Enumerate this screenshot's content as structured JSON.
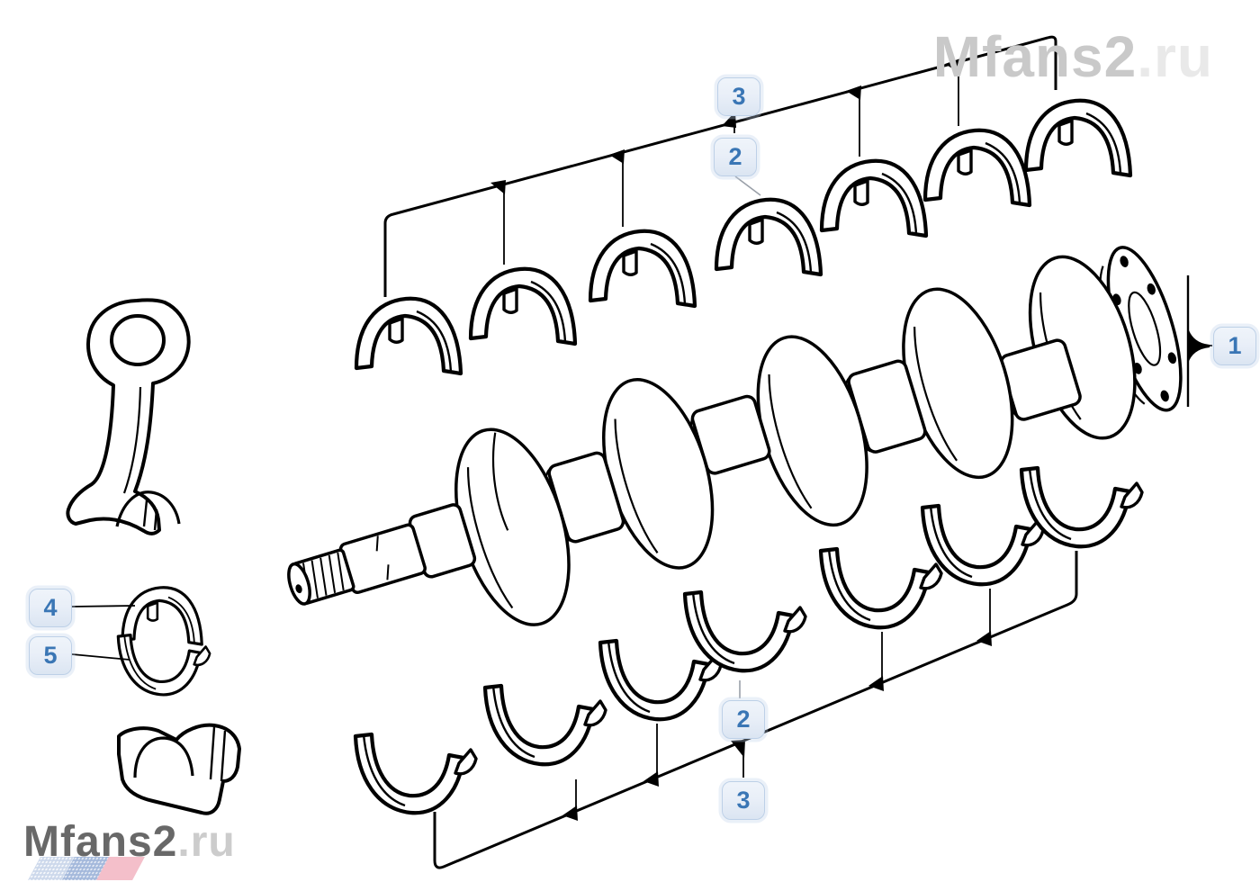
{
  "callouts": {
    "crankshaft": {
      "label": "1"
    },
    "top_single": {
      "label": "2"
    },
    "top_bracket": {
      "label": "3"
    },
    "rod_upper_shell": {
      "label": "4"
    },
    "rod_lower_shell": {
      "label": "5"
    },
    "bottom_single": {
      "label": "2"
    },
    "bottom_bracket": {
      "label": "3"
    }
  },
  "watermarks": {
    "top_right": {
      "main": "Mfans2",
      "suffix": ".ru"
    },
    "bottom_left": {
      "main": "Mfans2",
      "suffix": ".ru"
    }
  },
  "colors": {
    "callout_text": "#3a76b5",
    "callout_border": "#bdd0e7",
    "callout_bg": "#e9eff8",
    "line_art": "#000000",
    "watermark_top": "#c9c9c9",
    "watermark_top_suffix": "#e9e9e9",
    "watermark_bottom": "#686868",
    "watermark_bottom_suffix": "#cccccc",
    "flag_stripe_1": "#ccd8eb",
    "flag_stripe_2": "#a3b8db",
    "flag_stripe_3": "#f4bfca"
  }
}
